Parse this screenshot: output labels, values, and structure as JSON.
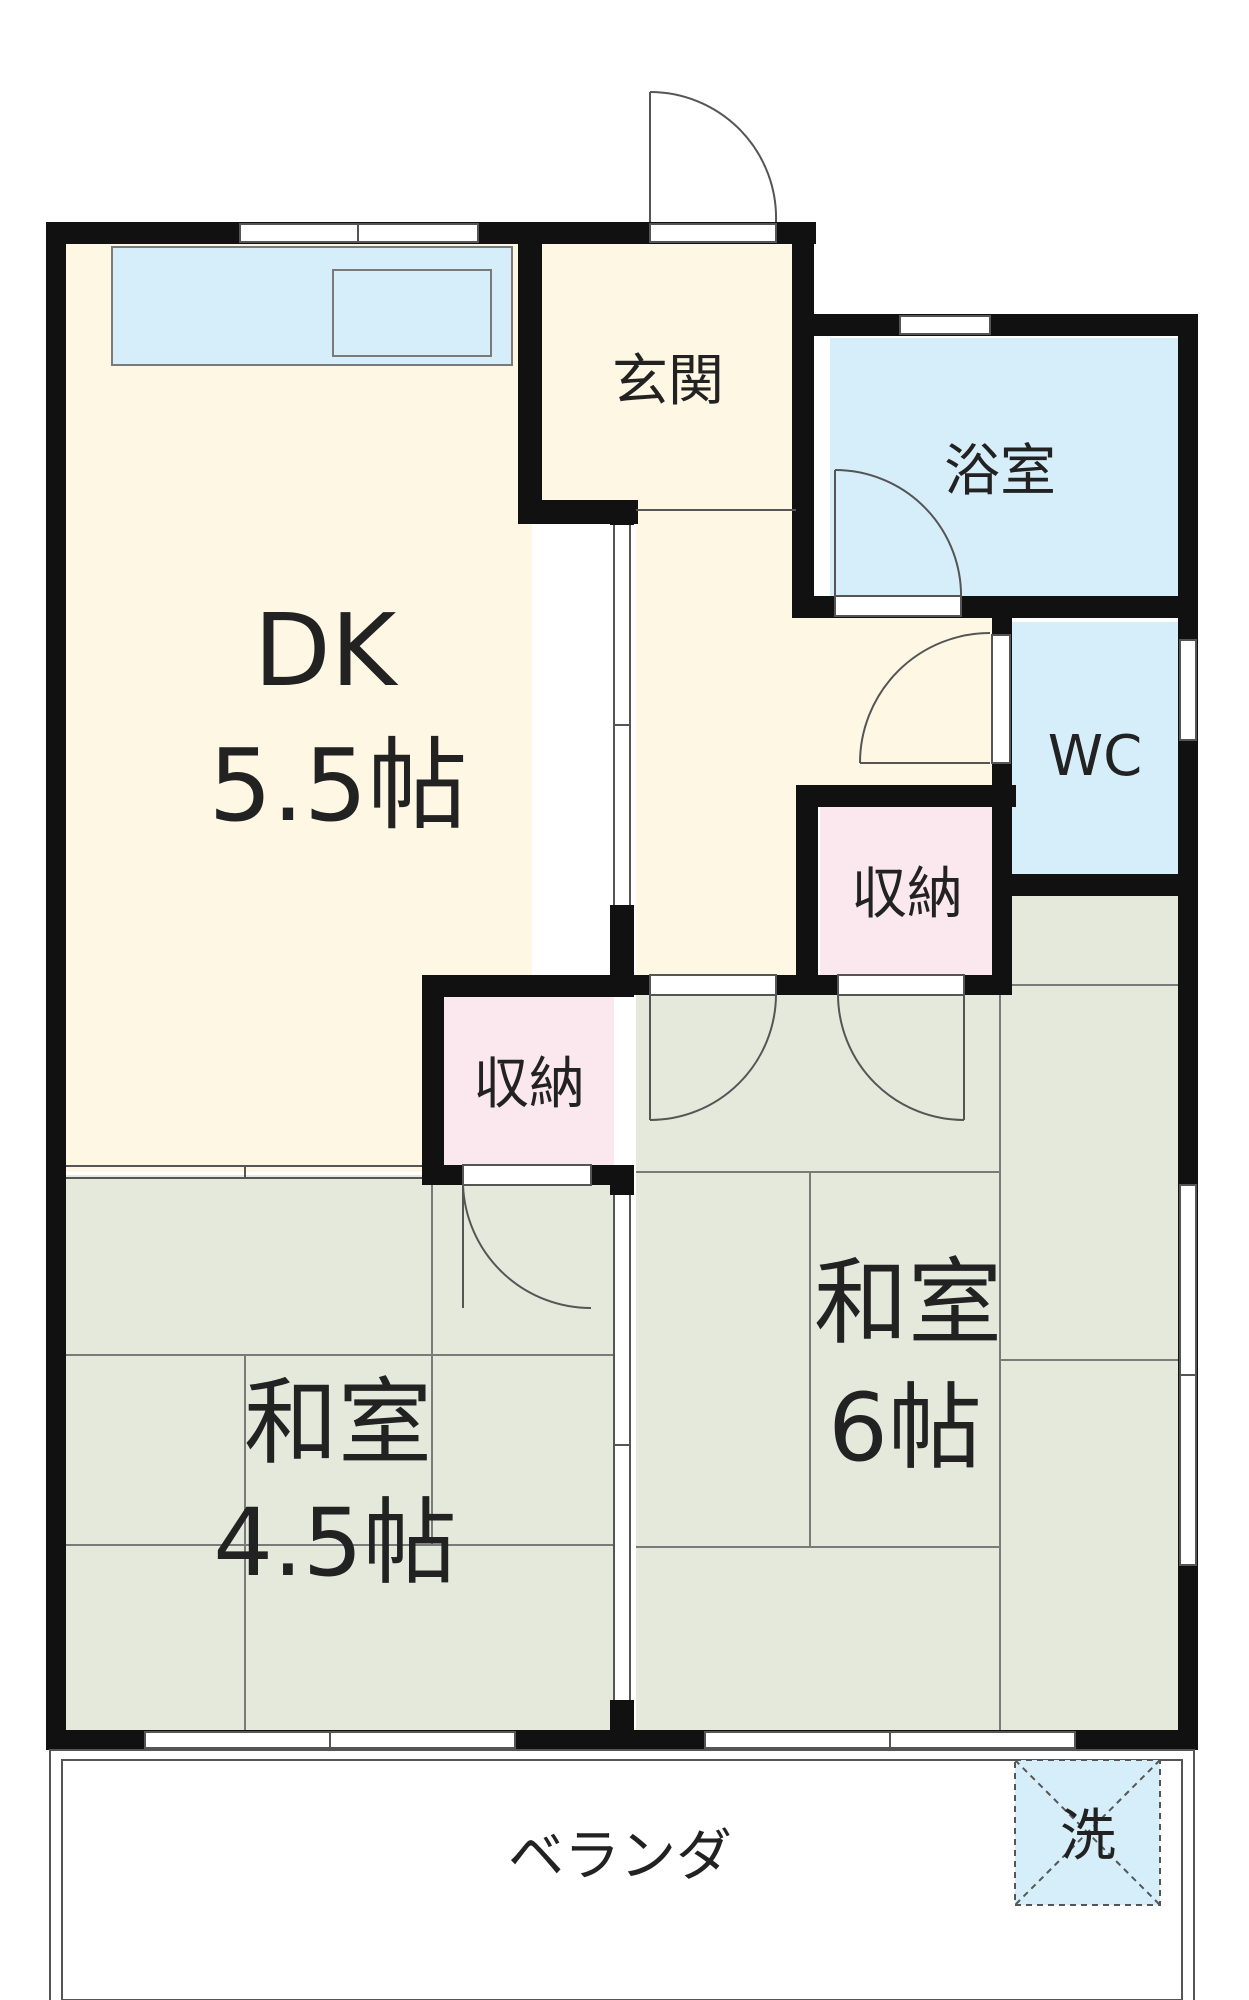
{
  "rooms": {
    "dk": {
      "name": "DK",
      "size": "5.5帖"
    },
    "entrance": {
      "name": "玄関"
    },
    "bath": {
      "name": "浴室"
    },
    "wc": {
      "name": "WC"
    },
    "storage_upper": {
      "name": "収納"
    },
    "storage_lower": {
      "name": "収納"
    },
    "washitsu_left": {
      "name": "和室",
      "size": "4.5帖"
    },
    "washitsu_right": {
      "name": "和室",
      "size": "6帖"
    },
    "veranda": {
      "name": "ベランダ"
    },
    "washer": {
      "name": "洗"
    }
  },
  "colors": {
    "wall": "#111111",
    "dk_floor": "#fdf7e3",
    "water_area": "#d5eef9",
    "storage": "#fbe8ef",
    "tatami": "#e4e9dc",
    "tatami_line": "#7a7a7a"
  },
  "icons": [
    "kitchen-counter-icon",
    "sink-icon",
    "door-swing-icon",
    "window-icon",
    "washer-pan-icon"
  ]
}
